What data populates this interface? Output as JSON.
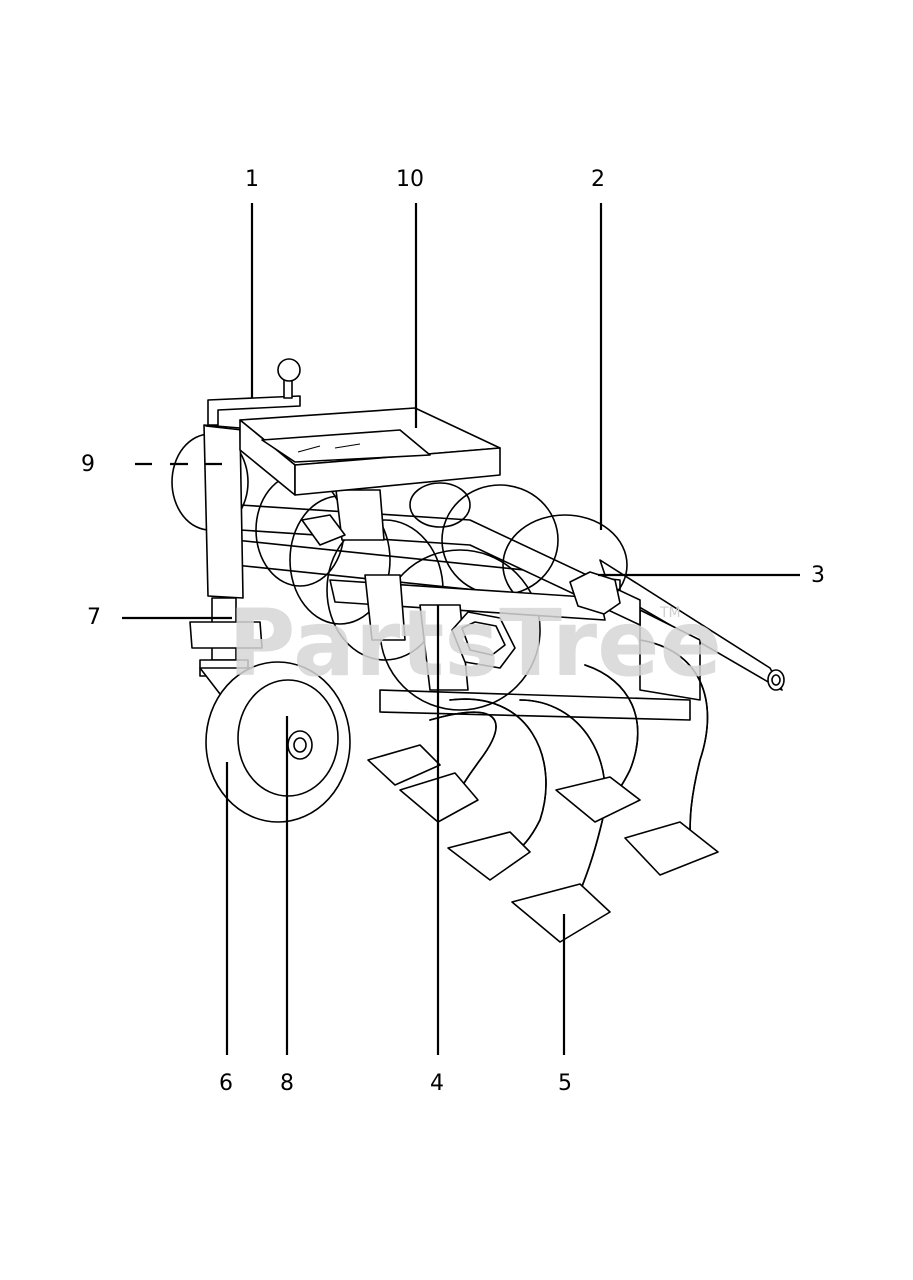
{
  "watermark": {
    "text": "PartsTree",
    "trademark": "TM"
  },
  "callouts": [
    {
      "id": "1",
      "label": "1"
    },
    {
      "id": "10",
      "label": "10"
    },
    {
      "id": "2",
      "label": "2"
    },
    {
      "id": "9",
      "label": "9"
    },
    {
      "id": "3",
      "label": "3"
    },
    {
      "id": "7",
      "label": "7"
    },
    {
      "id": "6",
      "label": "6"
    },
    {
      "id": "8",
      "label": "8"
    },
    {
      "id": "4",
      "label": "4"
    },
    {
      "id": "5",
      "label": "5"
    }
  ]
}
